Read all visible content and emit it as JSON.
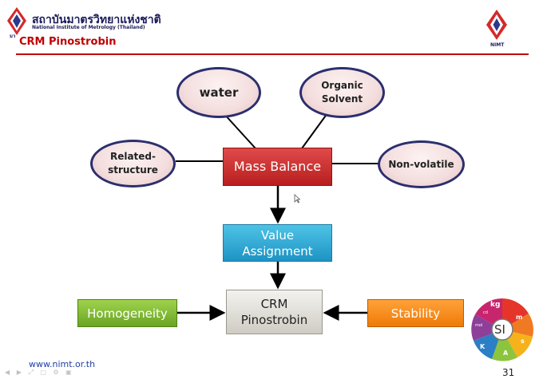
{
  "header": {
    "org_name_th": "สถาบันมาตรวิทยาแห่งชาติ",
    "org_name_en": "National Institute of Metrology (Thailand)",
    "logo_mark": "มว",
    "right_logo_caption": "NIMT"
  },
  "slide": {
    "title": "CRM Pinostrobin",
    "page_number": "31"
  },
  "diagram": {
    "nodes": {
      "water": "water",
      "organic_solvent": [
        "Organic",
        "Solvent"
      ],
      "related_structure": [
        "Related-",
        "structure"
      ],
      "non_volatile": "Non-volatile",
      "mass_balance": "Mass Balance",
      "value_assignment": [
        "Value",
        "Assignment"
      ],
      "crm": [
        "CRM",
        "Pinostrobin"
      ],
      "homogeneity": "Homogeneity",
      "stability": "Stability"
    }
  },
  "si_badge": {
    "center": "SI",
    "units": [
      "kg",
      "m",
      "s",
      "A",
      "K",
      "mol",
      "cd"
    ]
  },
  "footer": {
    "url": "www.nimt.or.th",
    "nav_controls": "◀ ▶ ⤢ ▢ ⚙ ▣"
  },
  "colors": {
    "title_red": "#c00000",
    "mass_balance": "#d13a3a",
    "value_assignment": "#2aa9d6",
    "homogeneity": "#84bd37",
    "stability": "#f58a15",
    "ellipse_border": "#2b2f6e"
  }
}
